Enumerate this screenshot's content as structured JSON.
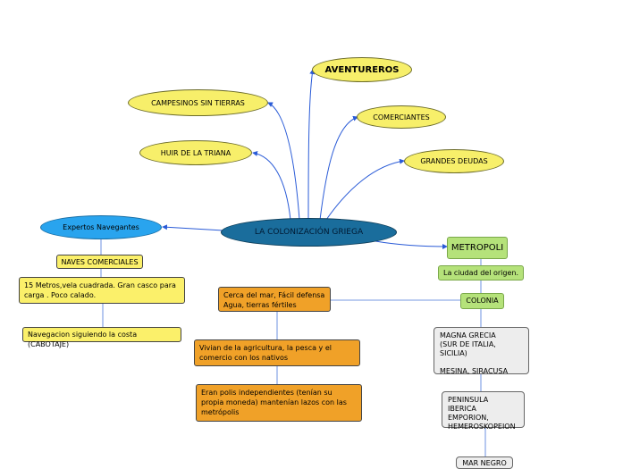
{
  "map": {
    "central": "LA COLONIZACIÓN GRIEGA",
    "reasons": {
      "aventureros": "AVENTUREROS",
      "campesinos": "CAMPESINOS SIN TIERRAS",
      "comerciantes": "COMERCIANTES",
      "huir": "HUIR DE LA TRIANA",
      "deudas": "GRANDES DEUDAS"
    },
    "left": {
      "expertos": "Expertos Navegantes",
      "naves": "NAVES COMERCIALES",
      "naves_desc": "15 Metros,vela cuadrada. Gran casco para carga . Poco calado.",
      "navegacion": "Navegacion siguiendo la costa (CABOTAJE)"
    },
    "middle": {
      "cerca": "Cerca del mar,     Fácil defensa\nAgua,     tierras fértiles",
      "vivian": "Vivian de la agricultura, la pesca y el comercio con los nativos",
      "polis": "Eran polis independientes (tenían su propia moneda) mantenían lazos con las metrópolis"
    },
    "right": {
      "metropoli": "METROPOLI",
      "origen": "La ciudad del origen.",
      "colonia": "COLONIA",
      "magna": "MAGNA GRECIA\n(SUR DE ITALIA, SICILIA)\n\nMESINA, SIRACUSA",
      "peninsula": "PENINSULA IBERICA\nEMPORION,\nHEMEROSKOPEION",
      "mar_negro": "MAR NEGRO"
    }
  },
  "colors": {
    "central_fill": "#1a6d9c",
    "ellipse_yellow": "#f7ef6a",
    "box_orange": "#f0a128",
    "box_green": "#b5e27a",
    "connector_blue": "#2a5bd7"
  }
}
